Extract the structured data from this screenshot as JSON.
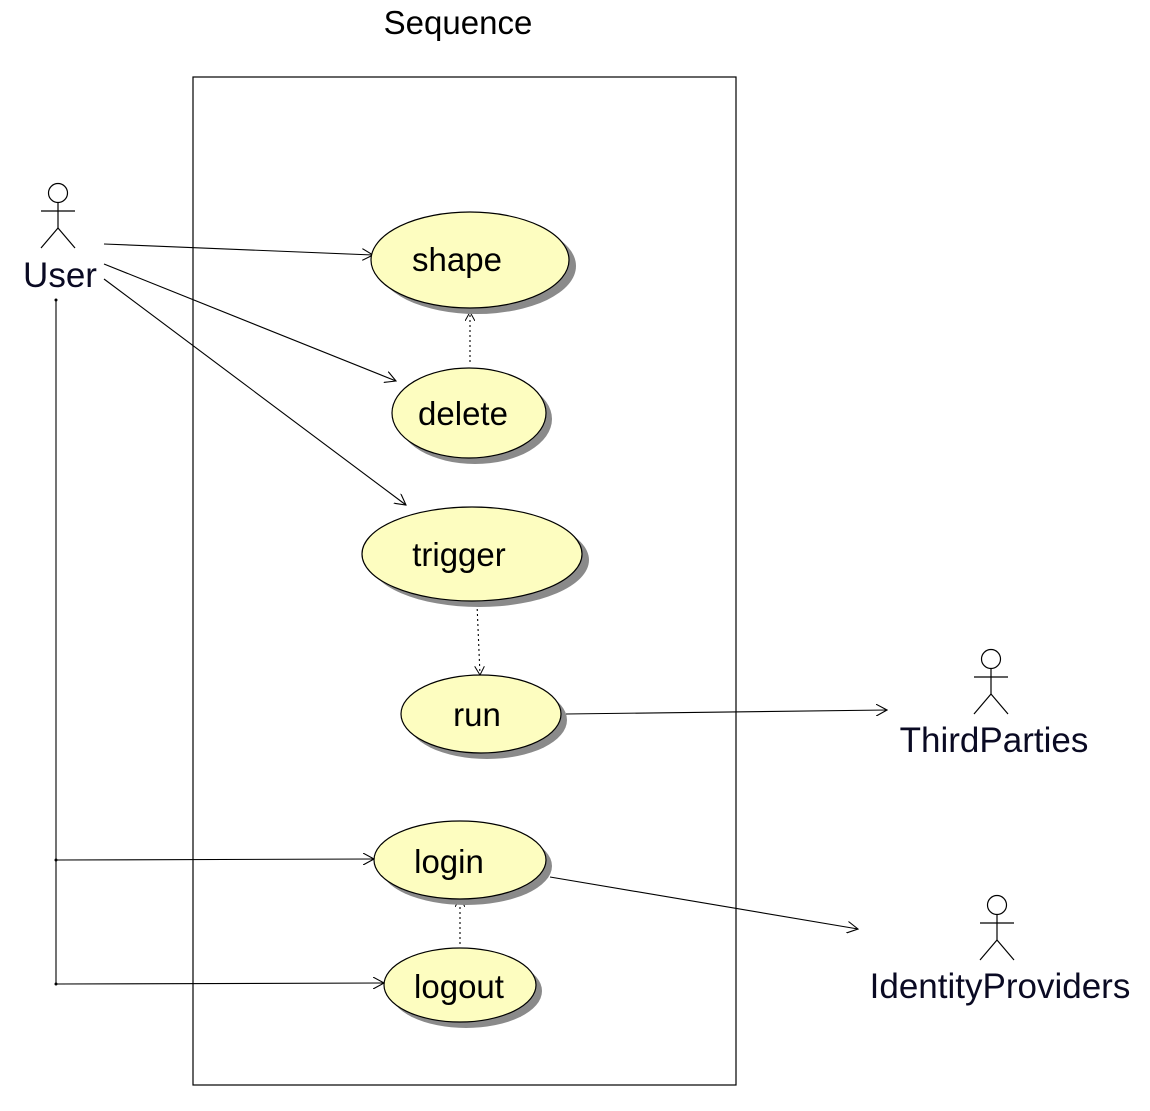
{
  "diagram": {
    "title": "Sequence",
    "actors": {
      "user": "User",
      "third_parties": "ThirdParties",
      "identity_providers": "IdentityProviders"
    },
    "use_cases": {
      "shape": "shape",
      "delete": "delete",
      "trigger": "trigger",
      "run": "run",
      "login": "login",
      "logout": "logout"
    },
    "colors": {
      "use_case_fill": "#fdfdc0",
      "use_case_shadow": "#8a8a8a",
      "line": "#000000"
    }
  }
}
